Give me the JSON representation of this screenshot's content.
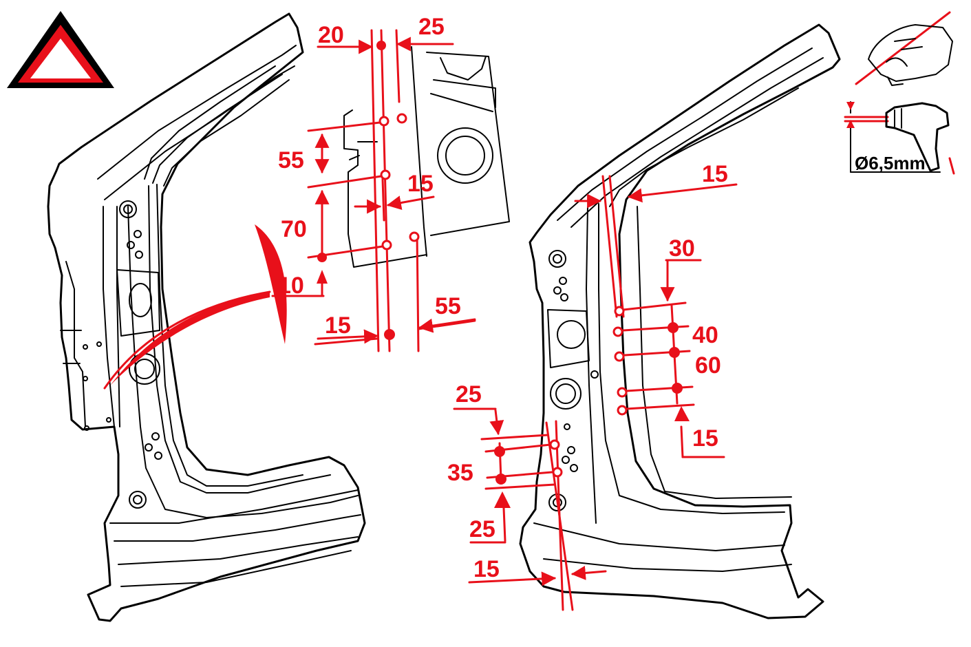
{
  "colors": {
    "line": "#000000",
    "annotation": "#e8101a",
    "background": "#ffffff"
  },
  "icons": {
    "warning": "warning-triangle-icon",
    "tool": "hand-chisel-icon",
    "drill": "drill-icon"
  },
  "tool": {
    "drill_diameter": "Ø6,5mm"
  },
  "detail": {
    "d20": "20",
    "d25": "25",
    "d55": "55",
    "d15a": "15",
    "d70": "70",
    "d10": "10",
    "d15b": "15",
    "d55b": "55"
  },
  "right": {
    "d15top": "15",
    "d30": "30",
    "d40": "40",
    "d60": "60",
    "d15mid": "15",
    "d25a": "25",
    "d35": "35",
    "d25b": "25",
    "d15bot": "15"
  }
}
